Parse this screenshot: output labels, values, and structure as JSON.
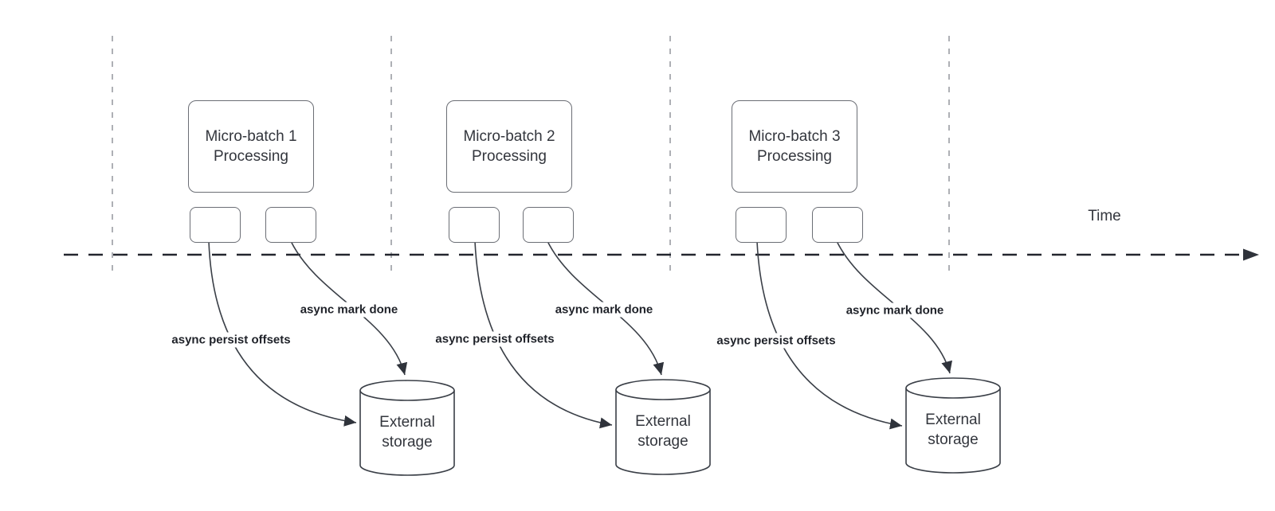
{
  "diagram": {
    "time_axis_label": "Time",
    "groups": [
      {
        "title": "Micro-batch 1",
        "subtitle": "Processing",
        "persist_label": "async persist offsets",
        "mark_done_label": "async mark done",
        "storage_title": "External",
        "storage_subtitle": "storage"
      },
      {
        "title": "Micro-batch 2",
        "subtitle": "Processing",
        "persist_label": "async persist offsets",
        "mark_done_label": "async mark done",
        "storage_title": "External",
        "storage_subtitle": "storage"
      },
      {
        "title": "Micro-batch 3",
        "subtitle": "Processing",
        "persist_label": "async persist offsets",
        "mark_done_label": "async mark done",
        "storage_title": "External",
        "storage_subtitle": "storage"
      }
    ],
    "colors": {
      "stroke_dark": "#3a3f47",
      "stroke_gray": "#6b6e75",
      "gridline": "#aeb0b5",
      "text": "#33363d",
      "label_text": "#1f2229",
      "bg": "#ffffff"
    }
  }
}
